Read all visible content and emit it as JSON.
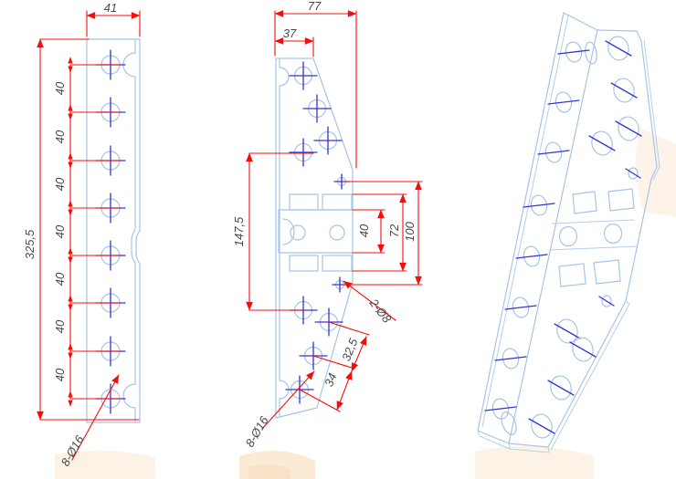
{
  "drawing": {
    "description": "Three-view CAD drawing of a sheet-metal bracket plate: side view, front view and isometric view",
    "side_view": {
      "width": "41",
      "overall_height": "325,5",
      "hole_pitch": "40",
      "hole_pitch_repeats": 7,
      "hole_count": 8,
      "holes_note": "8-Ø16"
    },
    "front_view": {
      "top_width": "77",
      "top_flat_width": "37",
      "upper_to_lower_hole": "147,5",
      "bracket_height": "40",
      "slot_outer_span": "72",
      "pin_hole_span": "100",
      "pin_holes_note": "2-Ø8",
      "hole_offset_a": "32,5",
      "hole_offset_b": "34",
      "holes_note": "8-Ø16"
    },
    "iso_view": {
      "hole_count_flange": 8,
      "hole_count_face": 8,
      "square_cutouts": 4
    }
  },
  "colors": {
    "part_line": "#a6c4e6",
    "center_line": "#3434d6",
    "dimension_line": "#f60d0b",
    "dimension_text": "#4a4a4a",
    "watermark": "#fbeedd",
    "background": "#ffffff"
  }
}
